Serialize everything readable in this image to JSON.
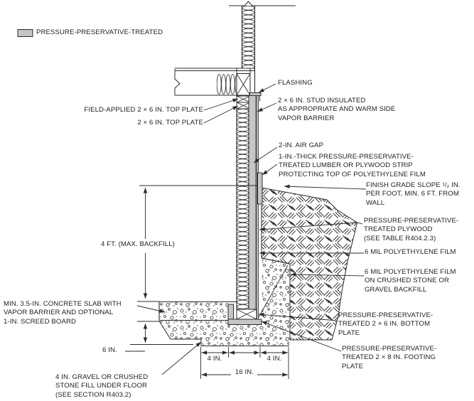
{
  "legend": {
    "swatch_color": "#c6c6c6",
    "label": "PRESSURE-PRESERVATIVE-TREATED"
  },
  "labels": {
    "field_applied_top_plate": "FIELD-APPLIED 2 × 6 IN. TOP PLATE",
    "top_plate": "2 × 6 IN. TOP PLATE",
    "flashing": "FLASHING",
    "stud": "2 × 6 IN. STUD INSULATED\nAS APPROPRIATE AND WARM SIDE\nVAPOR BARRIER",
    "air_gap": "2-IN. AIR GAP",
    "protect_strip": "1-IN.-THICK PRESSURE-PRESERVATIVE-\nTREATED LUMBER OR PLYWOOD STRIP\nPROTECTING TOP OF POLYETHYLENE FILM",
    "finish_grade": "FINISH GRADE SLOPE ¹/₂ IN.\nPER FOOT, MIN. 6 FT. FROM\nWALL",
    "plywood": "PRESSURE-PRESERVATIVE-\nTREATED PLYWOOD\n(SEE TABLE R404.2.3)",
    "film": "6 MIL POLYETHYLENE FILM",
    "film_backfill": "6 MIL POLYETHYLENE FILM\nON CRUSHED STONE OR\nGRAVEL BACKFILL",
    "bottom_plate": "PRESSURE-PRESERVATIVE-\nTREATED 2 × 6 IN. BOTTOM\nPLATE",
    "footing_plate": "PRESSURE-PRESERVATIVE-\nTREATED 2 × 8 IN. FOOTING\nPLATE",
    "backfill_height": "4 FT. (MAX. BACKFILL)",
    "slab": "MIN. 3.5-IN. CONCRETE SLAB WITH\nVAPOR BARRIER AND OPTIONAL\n1-IN. SCREED BOARD",
    "six_in": "6 IN.",
    "gravel": "4 IN. GRAVEL OR CRUSHED\nSTONE FILL UNDER FLOOR\n(SEE SECTION R403.2)",
    "dim_4in_left": "4 IN.",
    "dim_4in_right": "4 IN.",
    "dim_16in": "16 IN."
  },
  "colors": {
    "treated_fill": "#c6c6c6",
    "line": "#2b2b2b"
  }
}
